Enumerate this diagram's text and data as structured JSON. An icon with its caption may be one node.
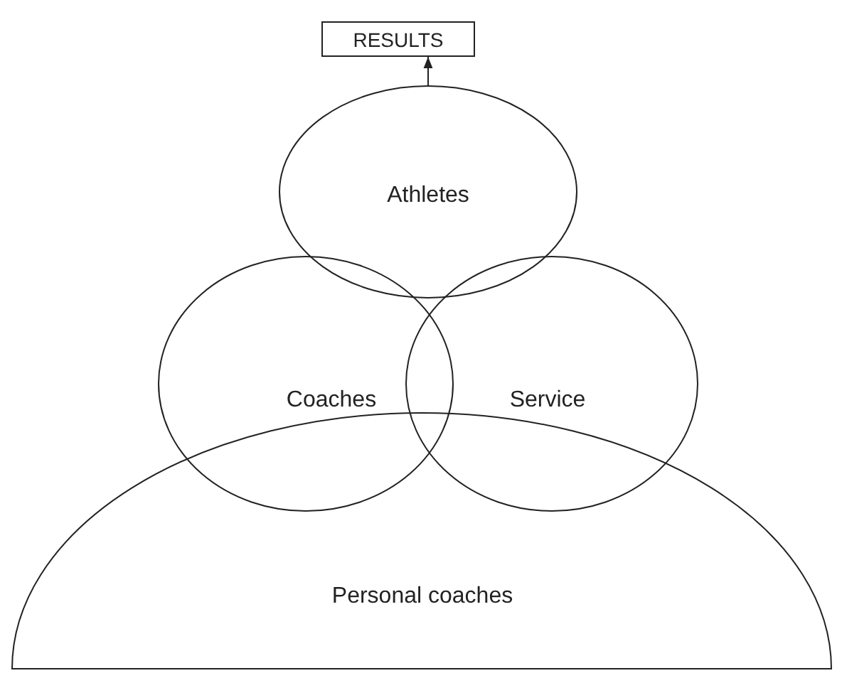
{
  "diagram": {
    "nodes": [
      {
        "text": [
          "RESULTS"
        ]
      },
      {
        "text": [
          "Athletes"
        ]
      },
      {
        "text": [
          "Coaches"
        ]
      },
      {
        "text": [
          "Service"
        ]
      },
      {
        "text": [
          "Personal coaches"
        ]
      }
    ],
    "edges": [
      {
        "from": 1,
        "to": 0,
        "arrow": "to"
      }
    ]
  }
}
